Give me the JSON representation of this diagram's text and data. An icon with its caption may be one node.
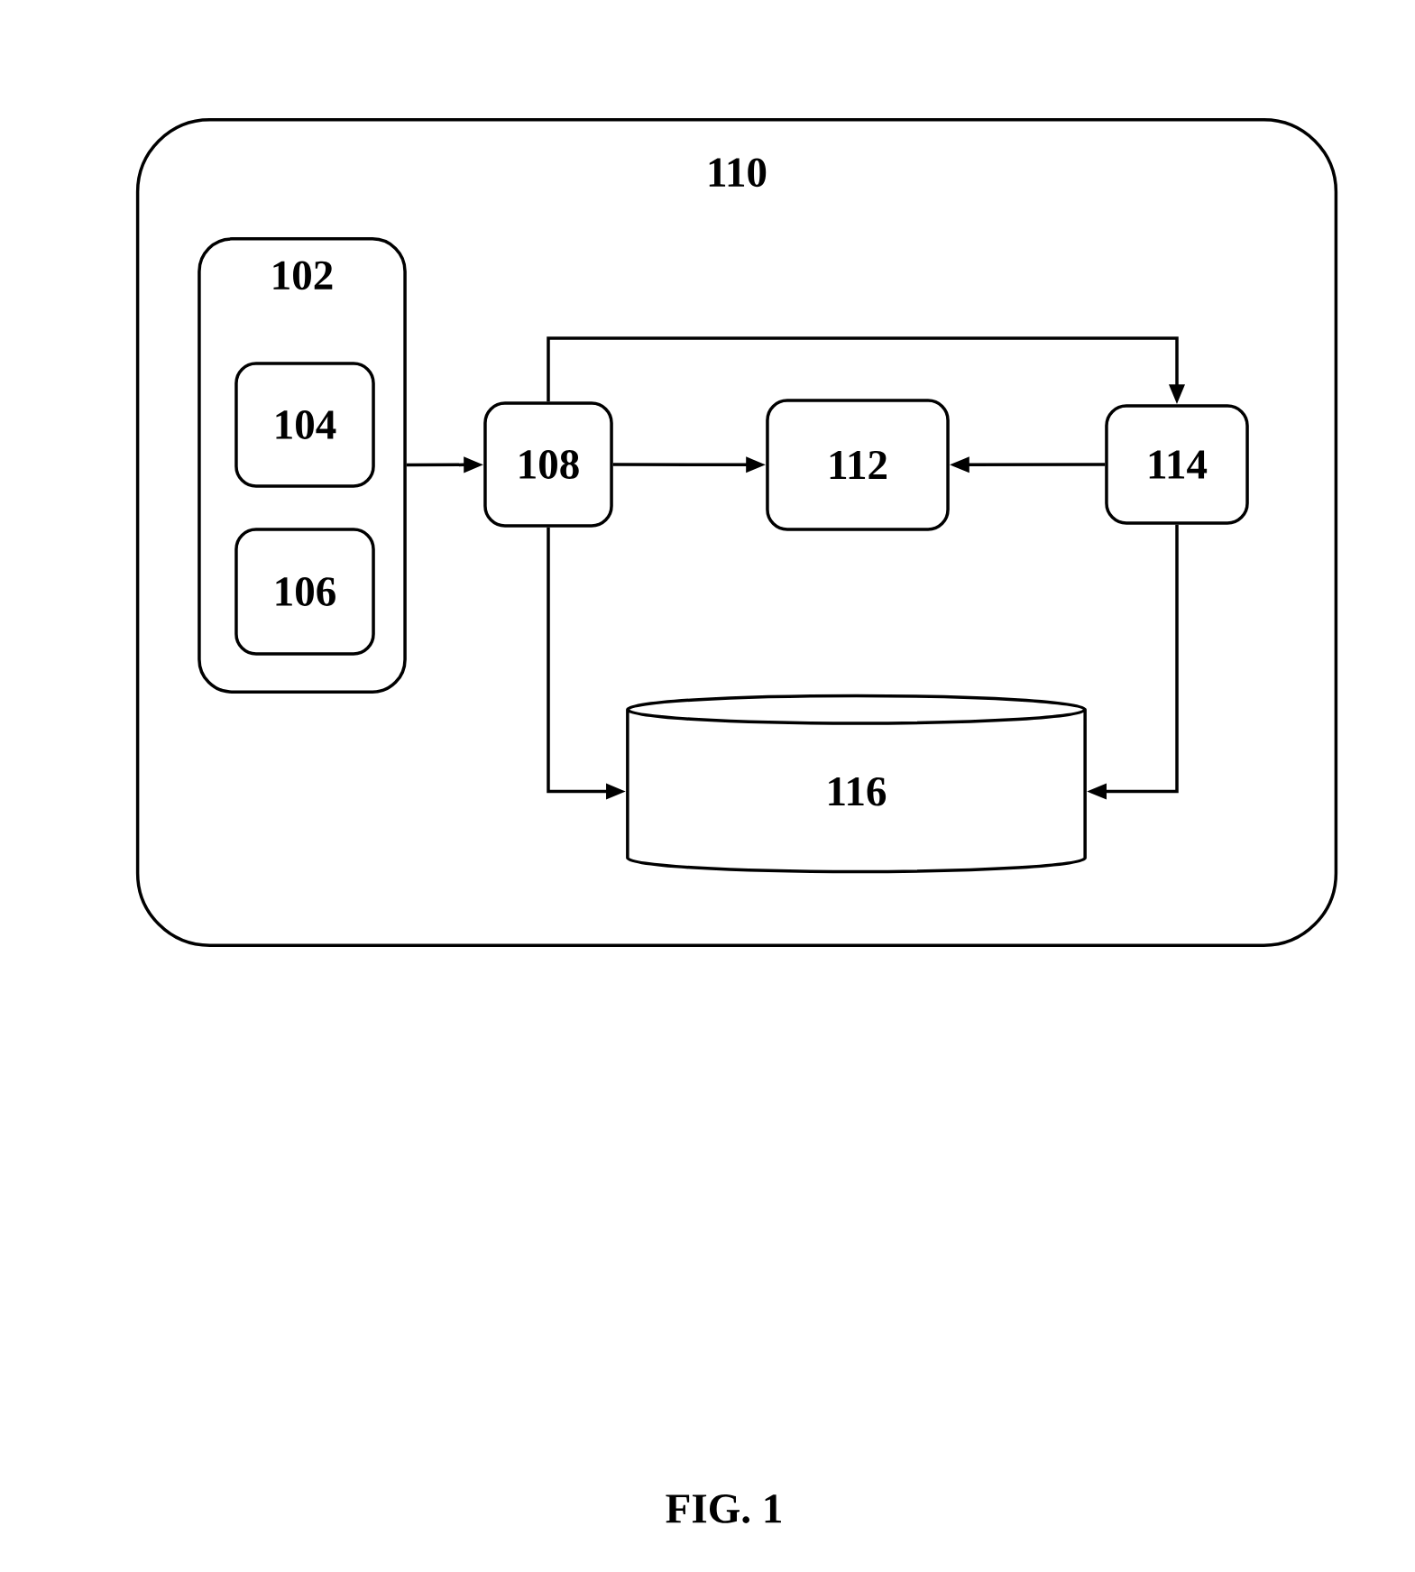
{
  "diagram": {
    "caption": "FIG. 1",
    "nodes": [
      {
        "text": [
          "110"
        ]
      },
      {
        "text": [
          "102"
        ],
        "in": 0
      },
      {
        "text": [
          "104"
        ],
        "in": 1
      },
      {
        "text": [
          "106"
        ],
        "in": 1
      },
      {
        "text": [
          "108"
        ],
        "in": 0
      },
      {
        "text": [
          "112"
        ],
        "in": 0
      },
      {
        "text": [
          "114"
        ],
        "in": 0
      },
      {
        "text": [
          "116"
        ],
        "in": 0
      }
    ],
    "edges": [
      {
        "from": 1,
        "to": 4,
        "arrow": "to"
      },
      {
        "from": 4,
        "to": 5,
        "arrow": "to"
      },
      {
        "from": 6,
        "to": 5,
        "arrow": "to"
      },
      {
        "from": 4,
        "to": 6,
        "arrow": "to"
      },
      {
        "from": 4,
        "to": 7,
        "arrow": "to"
      },
      {
        "from": 6,
        "to": 7,
        "arrow": "to"
      }
    ]
  }
}
